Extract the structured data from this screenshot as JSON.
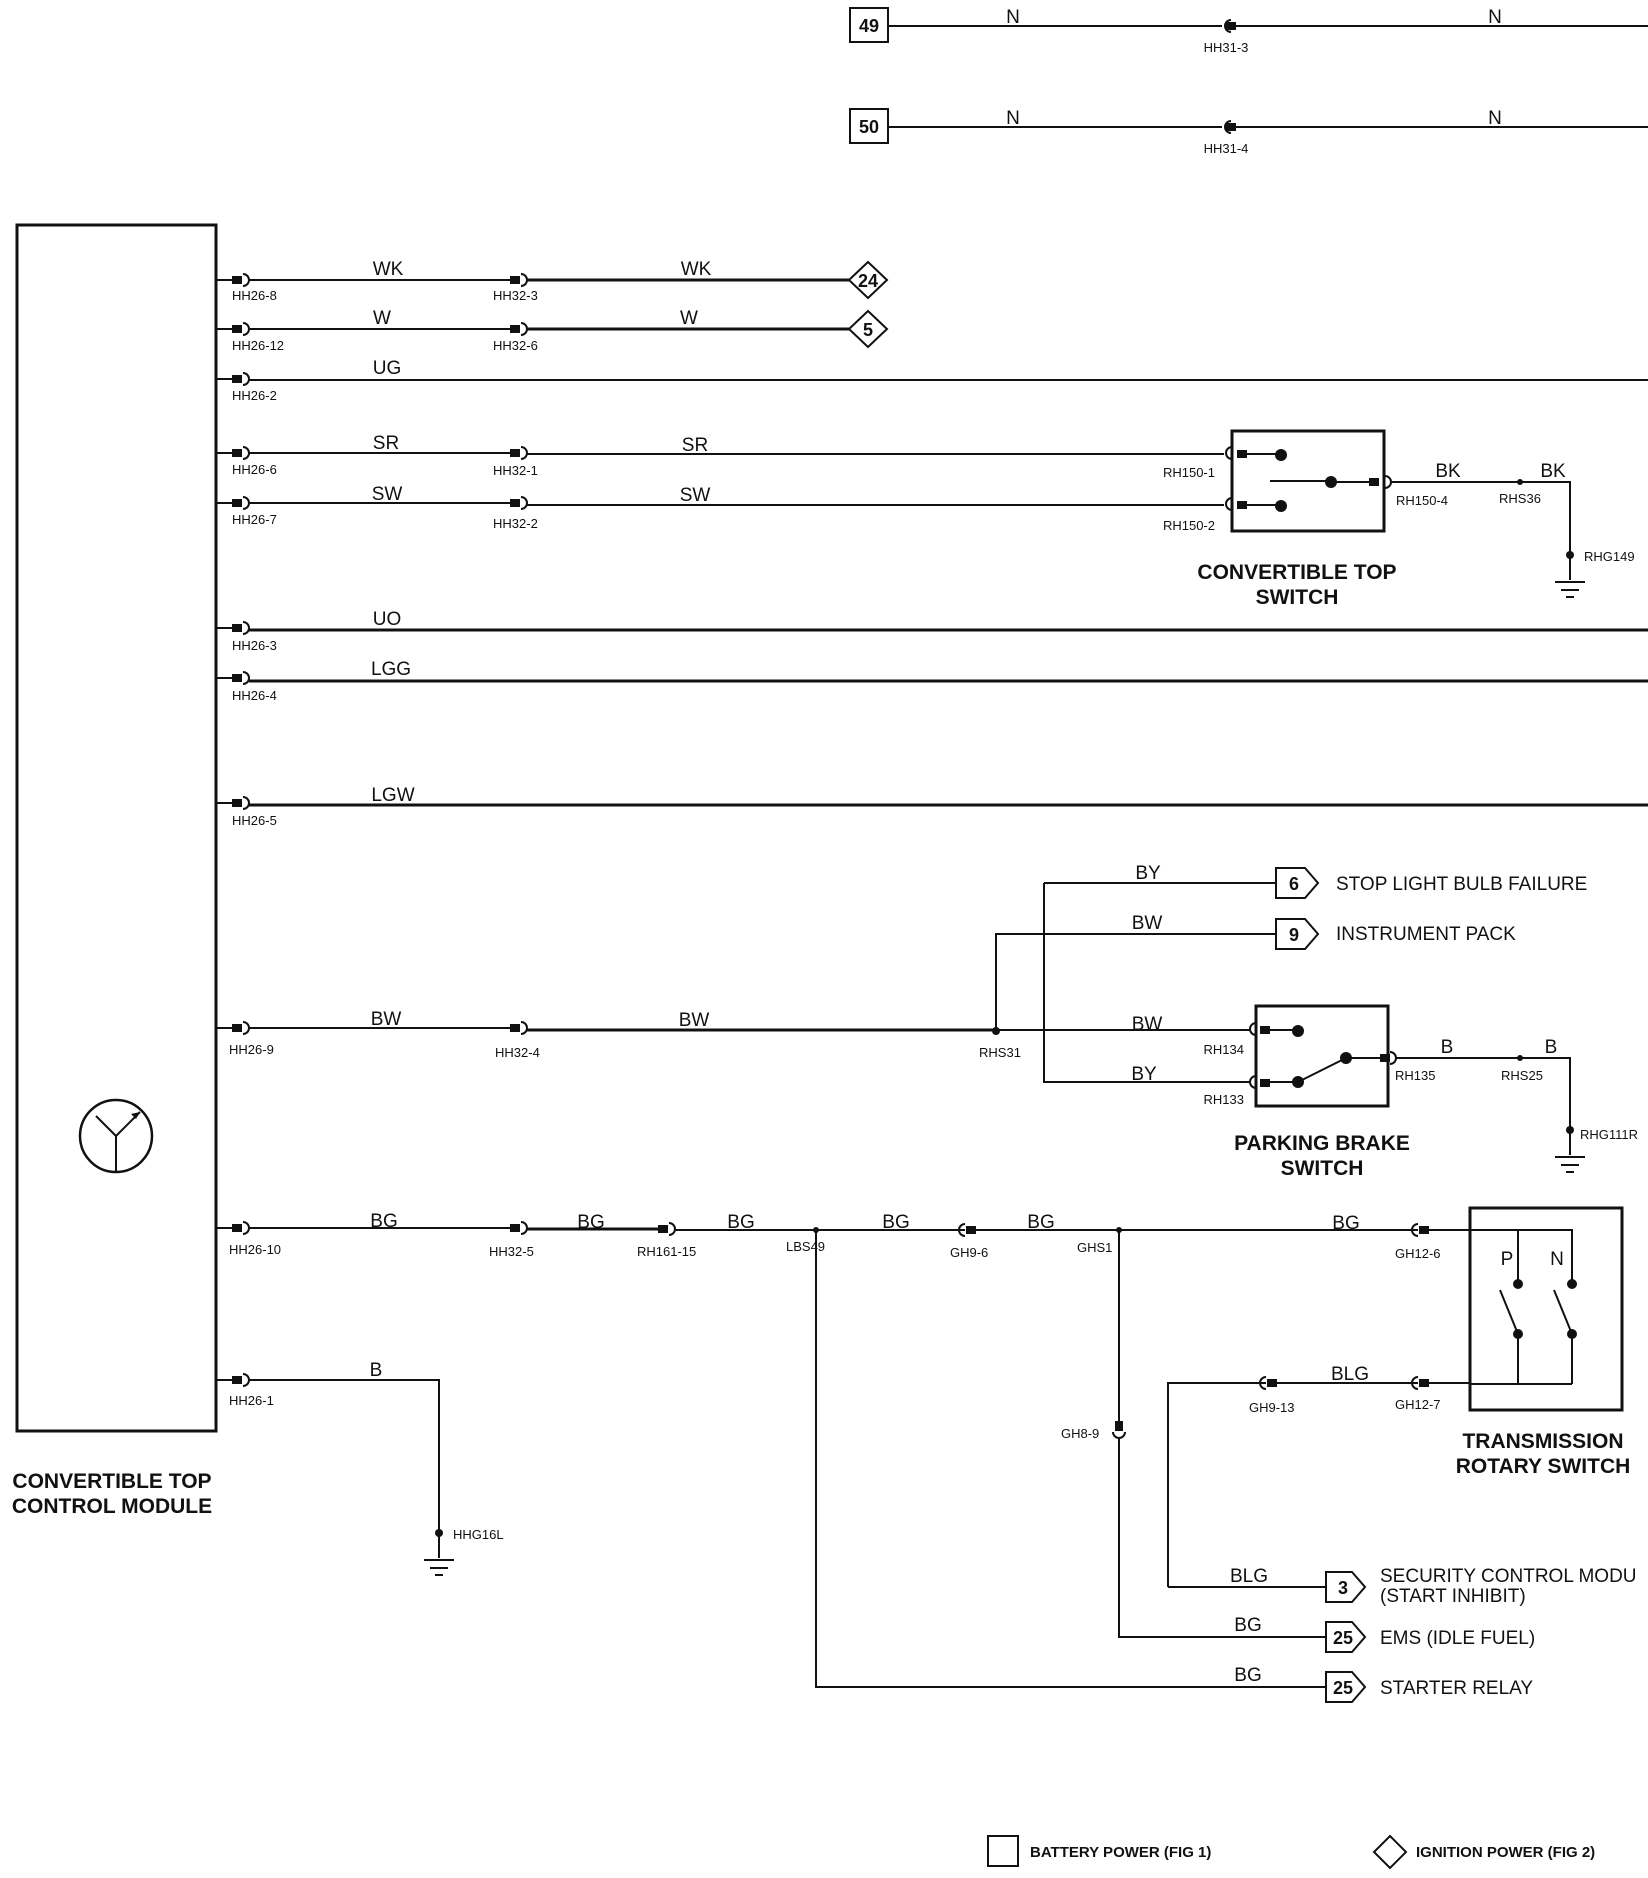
{
  "module": {
    "title_line1": "CONVERTIBLE TOP",
    "title_line2": "CONTROL MODULE"
  },
  "refs": {
    "ref49": "49",
    "ref50": "50",
    "ref24": "24",
    "ref5": "5",
    "ref6": "6",
    "ref9": "9",
    "ref3": "3",
    "ref25a": "25",
    "ref25b": "25"
  },
  "wires": {
    "n49a": "N",
    "n49b": "N",
    "n50a": "N",
    "n50b": "N",
    "wk1": "WK",
    "wk2": "WK",
    "w1": "W",
    "w2": "W",
    "ug": "UG",
    "sr1": "SR",
    "sr2": "SR",
    "sw1": "SW",
    "sw2": "SW",
    "bk1": "BK",
    "bk2": "BK",
    "uo": "UO",
    "lgg": "LGG",
    "lgw": "LGW",
    "by1": "BY",
    "bw1": "BW",
    "bw2": "BW",
    "bw3": "BW",
    "bw4": "BW",
    "by2": "BY",
    "b1": "B",
    "b2": "B",
    "bg1": "BG",
    "bg2": "BG",
    "bg3": "BG",
    "bg4": "BG",
    "bg5": "BG",
    "bg6": "BG",
    "blg1": "BLG",
    "blg2": "BLG",
    "bg7": "BG",
    "bg8": "BG",
    "b3": "B"
  },
  "connectors": {
    "hh31_3": "HH31-3",
    "hh31_4": "HH31-4",
    "hh26_8": "HH26-8",
    "hh32_3": "HH32-3",
    "hh26_12": "HH26-12",
    "hh32_6": "HH32-6",
    "hh26_2": "HH26-2",
    "hh26_6": "HH26-6",
    "hh32_1": "HH32-1",
    "hh26_7": "HH26-7",
    "hh32_2": "HH32-2",
    "rh150_1": "RH150-1",
    "rh150_2": "RH150-2",
    "rh150_4": "RH150-4",
    "rhs36": "RHS36",
    "rhg149": "RHG149",
    "hh26_3": "HH26-3",
    "hh26_4": "HH26-4",
    "hh26_5": "HH26-5",
    "hh26_9": "HH26-9",
    "hh32_4": "HH32-4",
    "rhs31": "RHS31",
    "rh134": "RH134",
    "rh133": "RH133",
    "rh135": "RH135",
    "rhs25": "RHS25",
    "rhg111r": "RHG111R",
    "hh26_10": "HH26-10",
    "hh32_5": "HH32-5",
    "rh161_15": "RH161-15",
    "lbs49": "LBS49",
    "gh9_6": "GH9-6",
    "ghs1": "GHS1",
    "gh12_6": "GH12-6",
    "gh9_13": "GH9-13",
    "gh12_7": "GH12-7",
    "gh8_9": "GH8-9",
    "hh26_1": "HH26-1",
    "hhg16l": "HHG16L"
  },
  "components": {
    "conv_top_switch_l1": "CONVERTIBLE TOP",
    "conv_top_switch_l2": "SWITCH",
    "parking_brake_l1": "PARKING BRAKE",
    "parking_brake_l2": "SWITCH",
    "trans_rotary_l1": "TRANSMISSION",
    "trans_rotary_l2": "ROTARY SWITCH",
    "p_label": "P",
    "n_label": "N"
  },
  "targets": {
    "stop_light": "STOP LIGHT BULB FAILURE",
    "instrument_pack": "INSTRUMENT PACK",
    "security_l1": "SECURITY CONTROL MODU",
    "security_l2": "(START INHIBIT)",
    "ems": "EMS (IDLE FUEL)",
    "starter": "STARTER RELAY"
  },
  "legend": {
    "battery": "BATTERY POWER (FIG 1)",
    "ignition": "IGNITION POWER (FIG 2)"
  }
}
